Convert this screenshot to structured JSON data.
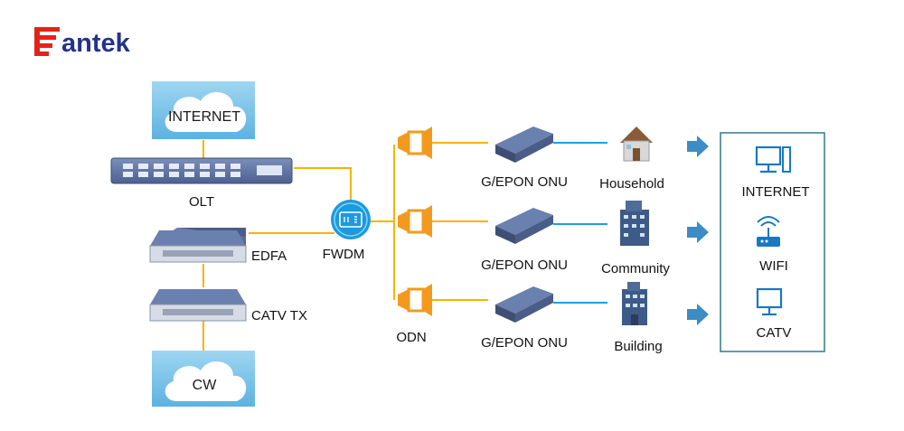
{
  "brand": {
    "name": "antek",
    "colors": {
      "red": "#e2231a",
      "navy": "#23338a"
    }
  },
  "colors": {
    "cloud": "#7fc3e6",
    "fiber": "#f5b400",
    "copper": "#1ea0e0",
    "device": "#5b6e96",
    "device_dark": "#3e4f73",
    "splitter": "#f39a1e",
    "arrow": "#3d8cc4",
    "panel_border": "#2c7c8c",
    "icon_blue": "#1a78c2"
  },
  "left": {
    "internet_cloud": "INTERNET",
    "olt": "OLT",
    "edfa": "EDFA",
    "catv_tx": "CATV TX",
    "cw_cloud": "CW"
  },
  "center": {
    "fwdm": "FWDM",
    "odn": "ODN"
  },
  "rows": [
    {
      "onu": "G/EPON ONU",
      "end": "Household",
      "end_icon": "house-icon"
    },
    {
      "onu": "G/EPON ONU",
      "end": "Community",
      "end_icon": "apartment-building-icon"
    },
    {
      "onu": "G/EPON ONU",
      "end": "Building",
      "end_icon": "office-building-icon"
    }
  ],
  "services": [
    {
      "label": "INTERNET",
      "icon": "desktop-computer-icon"
    },
    {
      "label": "WIFI",
      "icon": "wifi-router-icon"
    },
    {
      "label": "CATV",
      "icon": "tv-icon"
    }
  ]
}
